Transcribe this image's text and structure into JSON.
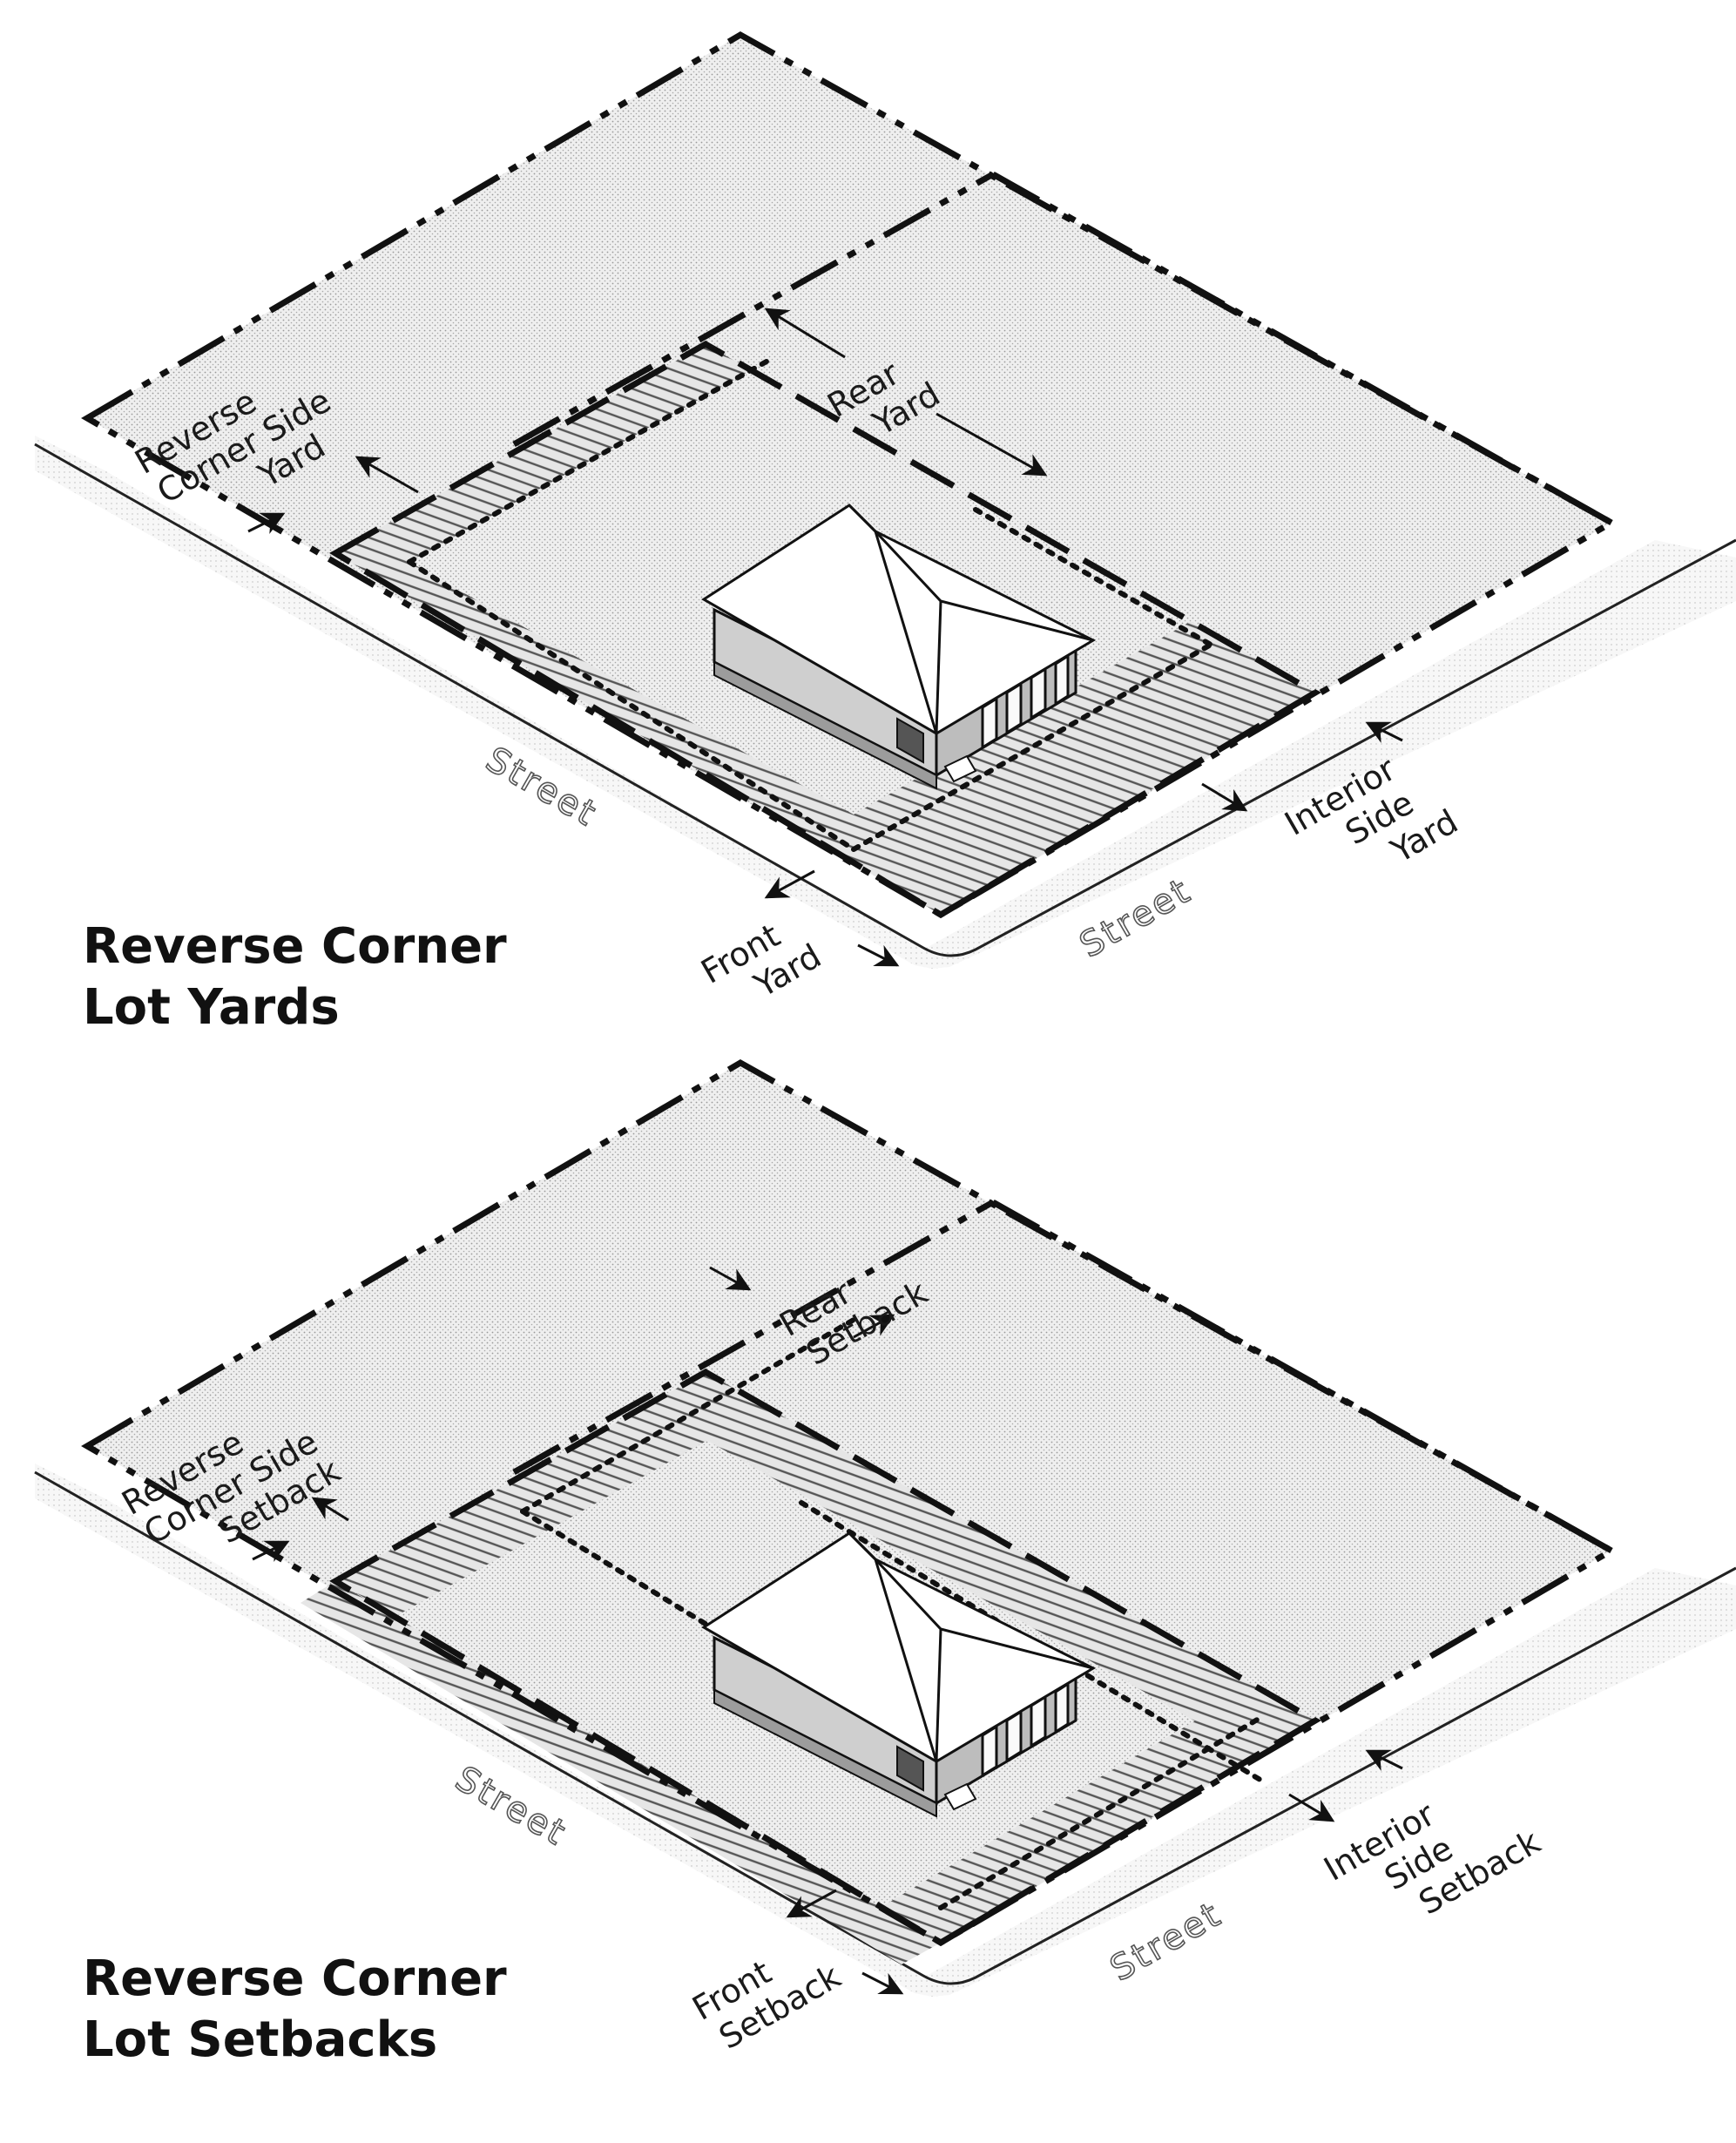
{
  "diagrams": [
    {
      "title_lines": [
        "Reverse Corner",
        "Lot Yards"
      ],
      "labels": {
        "reverse_corner_side": [
          "Reverse",
          "Corner Side",
          "Yard"
        ],
        "rear": [
          "Rear",
          "Yard"
        ],
        "interior_side": [
          "Interior",
          "Side",
          "Yard"
        ],
        "front": [
          "Front",
          "Yard"
        ],
        "street_left": "Street",
        "street_right": "Street"
      }
    },
    {
      "title_lines": [
        "Reverse Corner",
        "Lot Setbacks"
      ],
      "labels": {
        "reverse_corner_side": [
          "Reverse",
          "Corner Side",
          "Setback"
        ],
        "rear": [
          "Rear",
          "Setback"
        ],
        "interior_side": [
          "Interior",
          "Side",
          "Setback"
        ],
        "front": [
          "Front",
          "Setback"
        ],
        "street_left": "Street",
        "street_right": "Street"
      }
    }
  ],
  "colors": {
    "line": "#111111",
    "stipple": "#bdbdbd",
    "hatch": "#6b6b6b",
    "roof": "#ffffff",
    "wall": "#cfcfcf"
  }
}
